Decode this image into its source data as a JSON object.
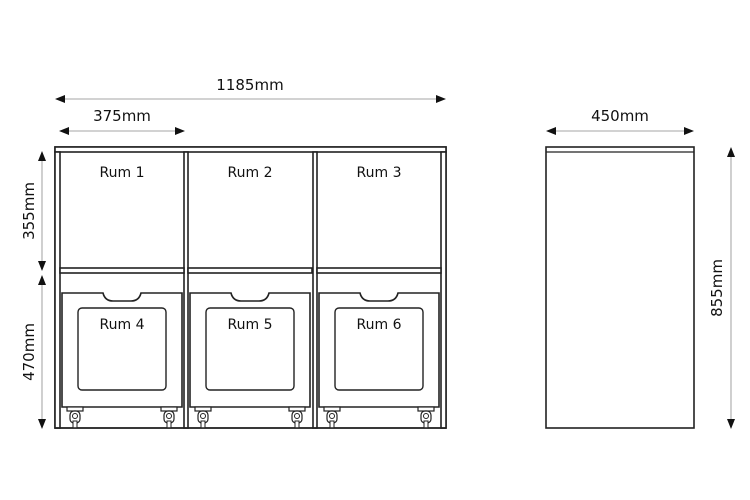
{
  "dimensions": {
    "total_width": "1185mm",
    "bay_width": "375mm",
    "depth": "450mm",
    "upper_height": "355mm",
    "lower_height": "470mm",
    "total_height": "855mm"
  },
  "compartments": {
    "upper": [
      "Rum 1",
      "Rum 2",
      "Rum 3"
    ],
    "lower": [
      "Rum 4",
      "Rum 5",
      "Rum 6"
    ]
  },
  "colors": {
    "line": "#222222",
    "dimension_line": "#888888"
  }
}
